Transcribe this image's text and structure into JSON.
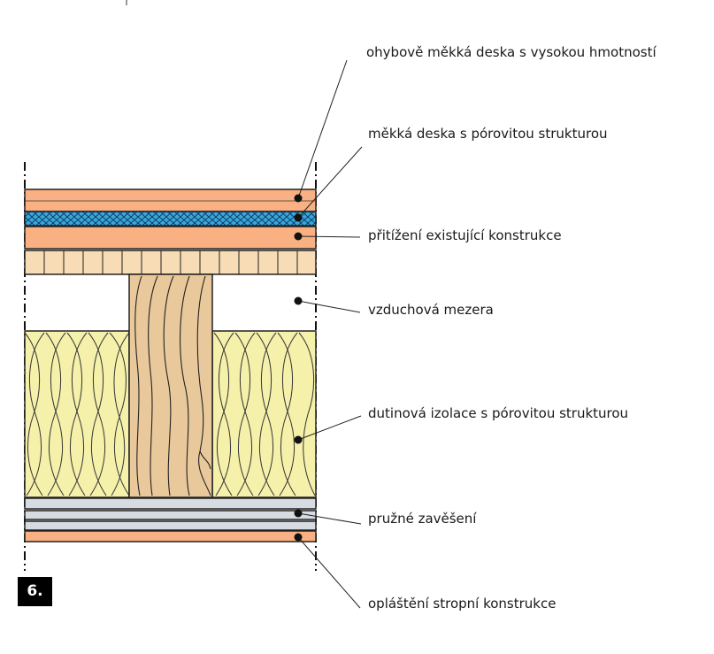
{
  "figure_number": "6.",
  "labels": {
    "flexible_heavy_board": "ohybově měkká deska s vysokou hmotností",
    "porous_soft_board": "měkká deska s pórovitou strukturou",
    "existing_load": "přitížení existující konstrukce",
    "air_gap": "vzduchová mezera",
    "cavity_insulation": "dutinová izolace s pórovitou strukturou",
    "resilient_hanger": "pružné zavěšení",
    "ceiling_cladding": "opláštění stropní konstrukce"
  },
  "colors": {
    "orange_board": "#f9b183",
    "porous_blue": "#3aa6dc",
    "batten_wood": "#f7dcb6",
    "joist_wood": "#e9c99b",
    "insulation": "#f5f0aa",
    "hanger_grey": "#d6dce2",
    "ink": "#1a1a1a"
  }
}
